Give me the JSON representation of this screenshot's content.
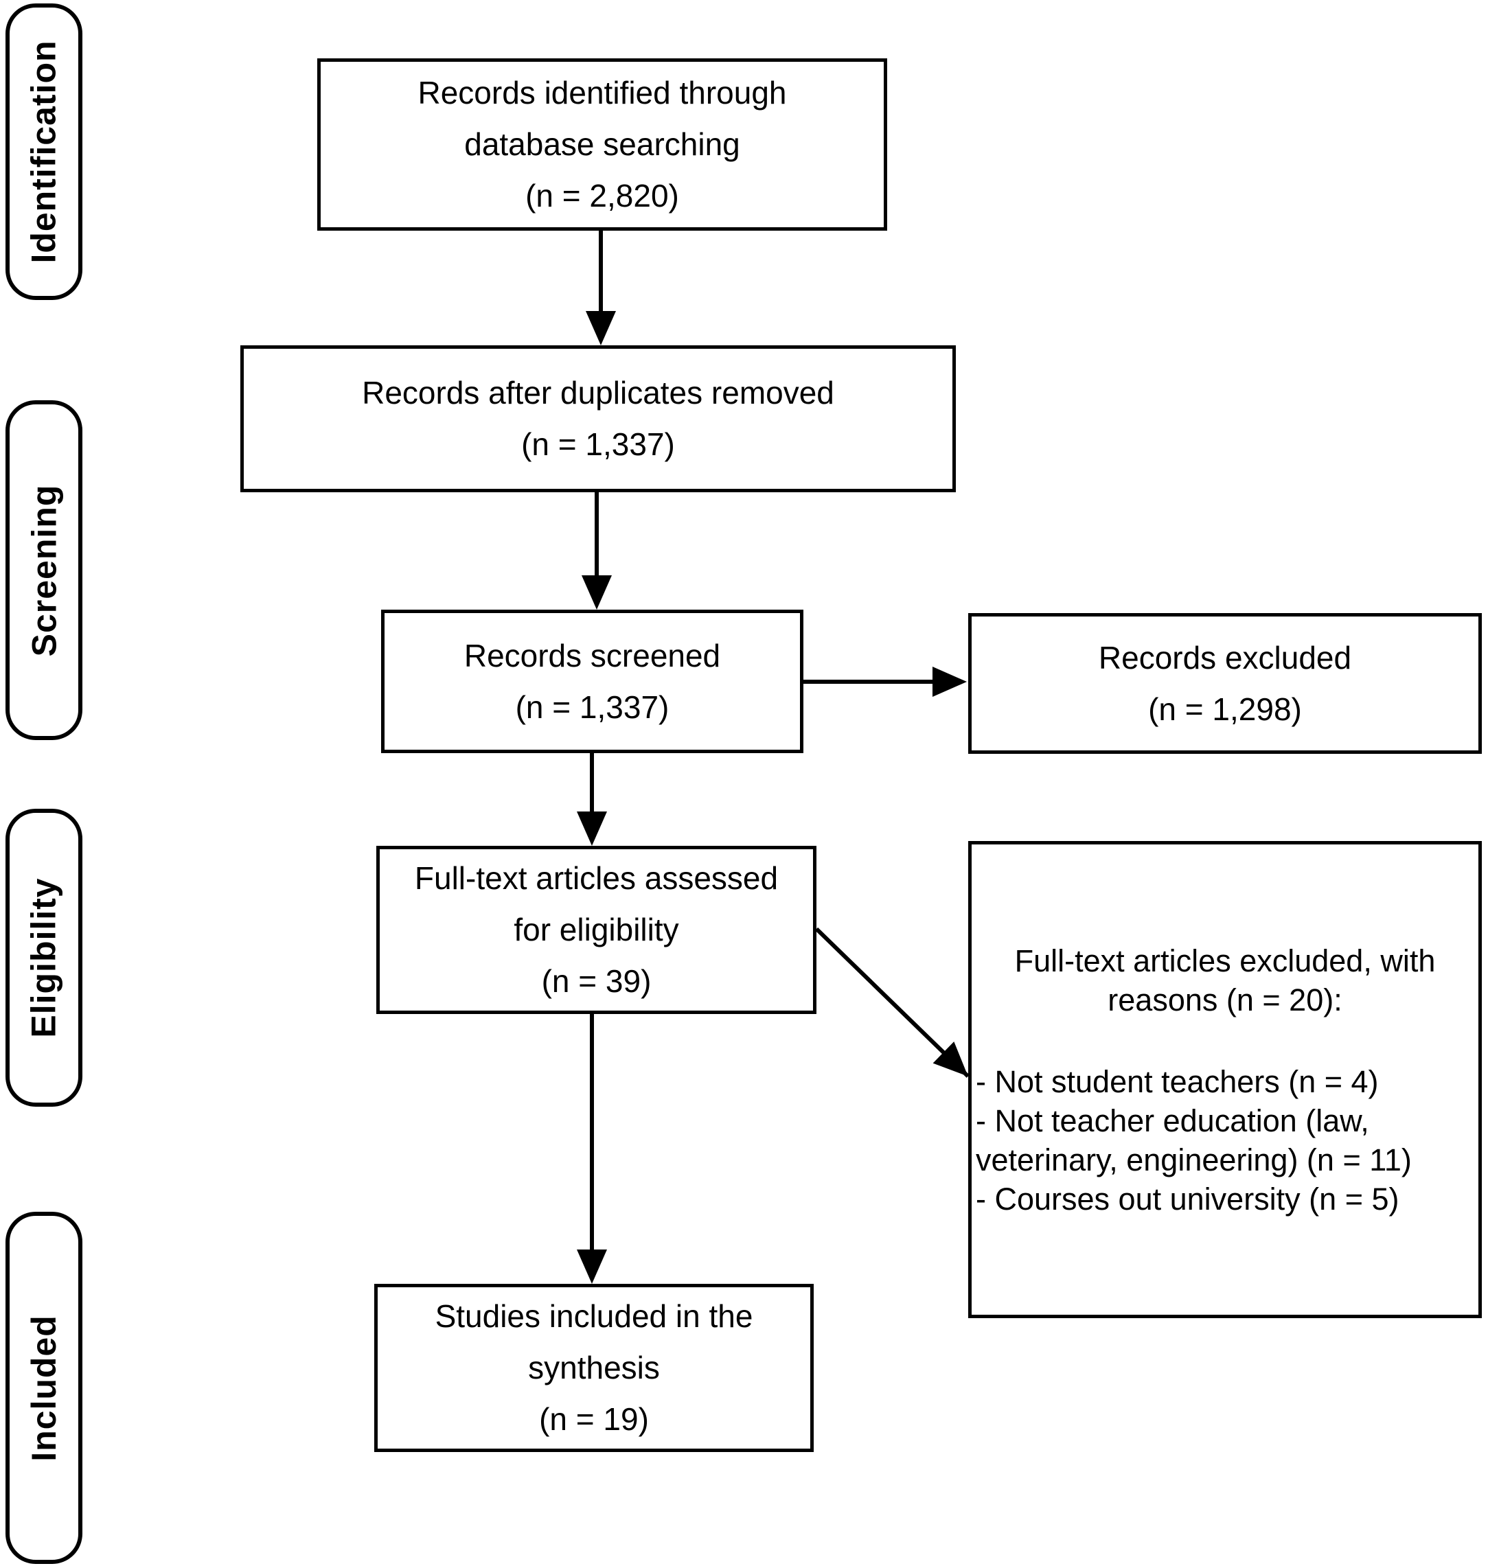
{
  "stages": [
    {
      "label": "Identification"
    },
    {
      "label": "Screening"
    },
    {
      "label": "Eligibility"
    },
    {
      "label": "Included"
    }
  ],
  "boxes": {
    "identified": {
      "lines": [
        "Records identified through",
        "database searching",
        "(n = 2,820)"
      ]
    },
    "dedup": {
      "lines": [
        "Records after duplicates removed",
        "(n = 1,337)"
      ]
    },
    "screened": {
      "lines": [
        "Records screened",
        "(n = 1,337)"
      ]
    },
    "records_excluded": {
      "lines": [
        "Records excluded",
        "(n = 1,298)"
      ]
    },
    "fulltext_assessed": {
      "lines": [
        "Full-text articles assessed",
        "for eligibility",
        "(n = 39)"
      ]
    },
    "fulltext_excluded": {
      "heading_lines": [
        "Full-text articles excluded, with",
        "reasons (n = 20):"
      ],
      "reasons": [
        "- Not student teachers (n = 4)",
        "- Not teacher education (law, veterinary, engineering) (n = 11)",
        "- Courses out university (n = 5)"
      ]
    },
    "included_studies": {
      "lines": [
        "Studies included in the",
        "synthesis",
        "(n = 19)"
      ]
    }
  },
  "colors": {
    "line": "#000000",
    "background": "#ffffff",
    "text": "#000000"
  }
}
